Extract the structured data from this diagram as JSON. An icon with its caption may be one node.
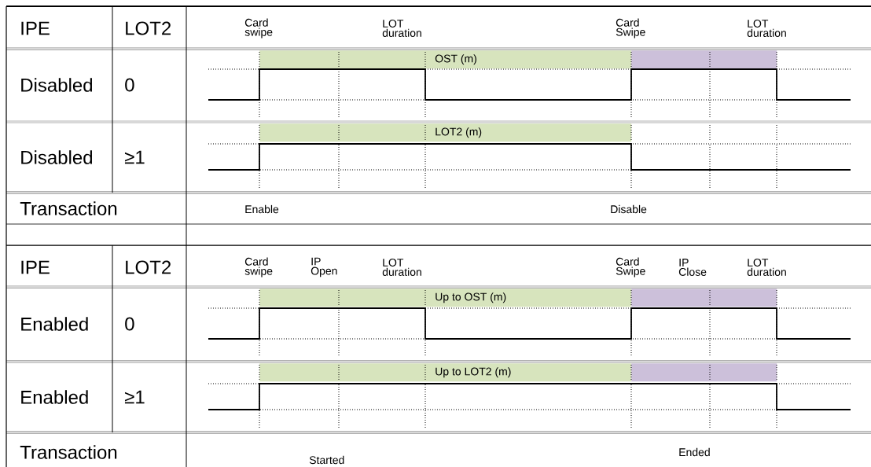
{
  "diagram": {
    "nodes": [
      {
        "text": [
          "OST (m)"
        ]
      },
      {
        "text": [],
        "shape": "bar"
      },
      {
        "text": [
          "LOT2 (m)"
        ]
      },
      {
        "text": [
          "Up to OST (m)"
        ]
      },
      {
        "text": [],
        "shape": "bar"
      },
      {
        "text": [
          "Up to LOT2 (m)"
        ]
      },
      {
        "text": [],
        "shape": "bar"
      }
    ],
    "labels": [
      "IPE",
      "LOT2",
      "Card swipe",
      "LOT duration",
      "Card Swipe",
      "LOT duration",
      "Disabled",
      "0",
      "Disabled",
      "≥1",
      "Transaction",
      "Enable",
      "Disable",
      "IPE",
      "LOT2",
      "Card swipe",
      "IP Open",
      "LOT duration",
      "Card Swipe",
      "IP Close",
      "LOT duration",
      "Enabled",
      "0",
      "Enabled",
      "≥1",
      "Transaction",
      "Started",
      "Ended"
    ]
  }
}
